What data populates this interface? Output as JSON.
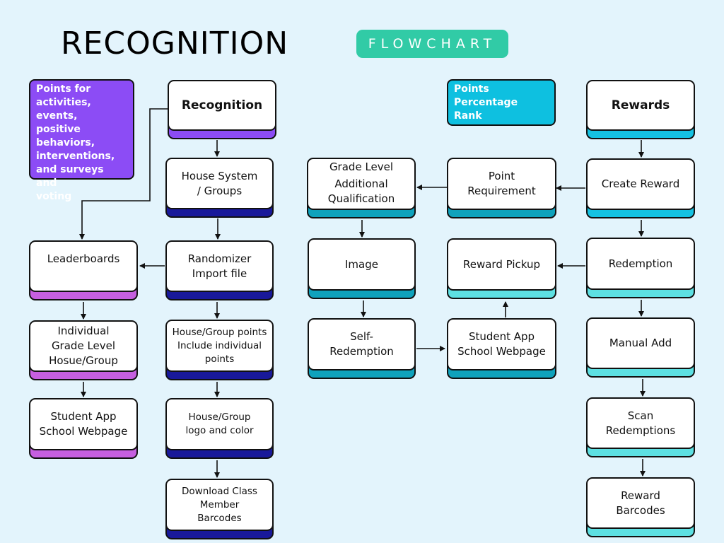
{
  "title": "RECOGNITION",
  "badge": "FLOWCHART",
  "notes": {
    "points_for": [
      "Points for",
      "activities, events,",
      "positive",
      "behaviors,",
      "interventions,",
      "and surveys and",
      "voting"
    ],
    "points_types": [
      "Points",
      "Percentage",
      "Rank"
    ]
  },
  "colors": {
    "purple": "#8c4cf5",
    "navy": "#19199a",
    "violet": "#c65fe0",
    "teal": "#0fa2bc",
    "cyan": "#15c2e2",
    "aqua": "#5de0e2",
    "green_pill": "#31cba6",
    "background": "#e3f4fc"
  },
  "nodes": {
    "recognition": [
      "Recognition"
    ],
    "house_system": [
      "House System",
      "/ Groups"
    ],
    "randomizer": [
      "Randomizer",
      "Import file"
    ],
    "house_points": [
      "House/Group points",
      "Include individual",
      "points"
    ],
    "house_logo": [
      "House/Group",
      "logo and color"
    ],
    "download_barcodes": [
      "Download Class",
      "Member",
      "Barcodes"
    ],
    "leaderboards": [
      "Leaderboards"
    ],
    "individual": [
      "Individual",
      "Grade Level",
      "Hosue/Group"
    ],
    "student_app_left": [
      "Student App",
      "School Webpage"
    ],
    "rewards": [
      "Rewards"
    ],
    "create_reward": [
      "Create Reward"
    ],
    "point_requirement": [
      "Point",
      "Requirement"
    ],
    "grade_level": [
      "Grade Level",
      "Additional",
      "Qualification"
    ],
    "image": [
      "Image"
    ],
    "self_redemption": [
      "Self-",
      "Redemption"
    ],
    "student_app_mid": [
      "Student App",
      "School Webpage"
    ],
    "reward_pickup": [
      "Reward Pickup"
    ],
    "redemption": [
      "Redemption"
    ],
    "manual_add": [
      "Manual Add"
    ],
    "scan_redemptions": [
      "Scan",
      "Redemptions"
    ],
    "reward_barcodes": [
      "Reward",
      "Barcodes"
    ]
  }
}
